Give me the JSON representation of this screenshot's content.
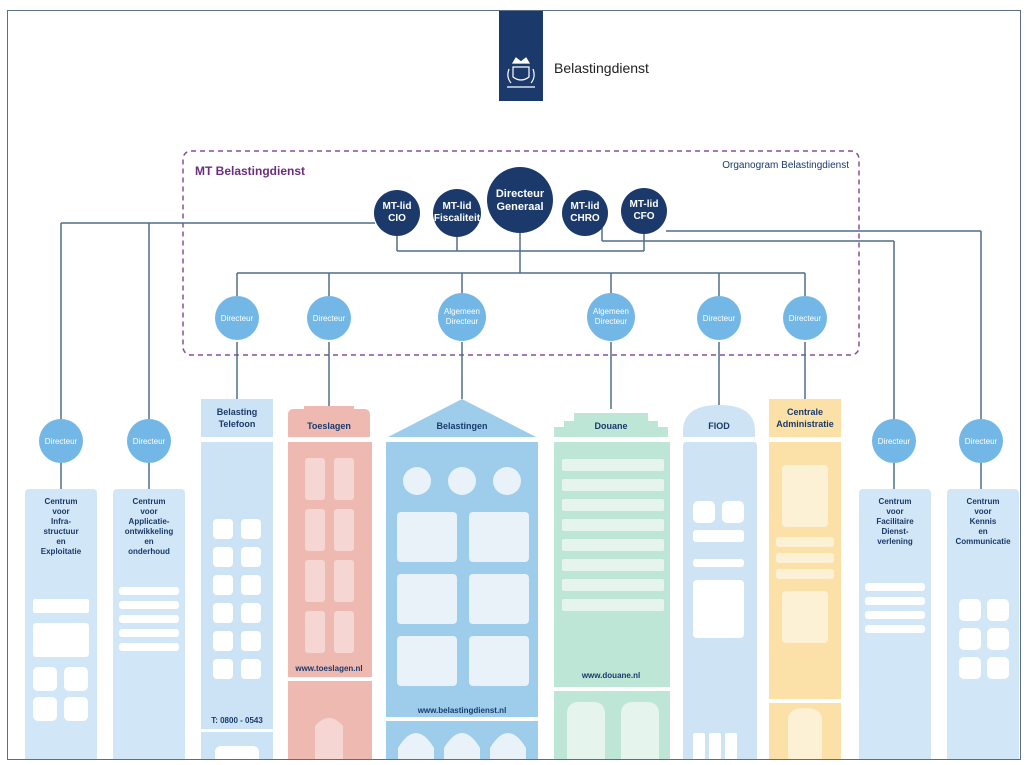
{
  "logo": {
    "name": "Belastingdienst"
  },
  "mt": {
    "title": "MT Belastingdienst",
    "organogram_label": "Organogram Belastingdienst"
  },
  "top_nodes": {
    "cio": [
      "MT-lid",
      "CIO"
    ],
    "fiscaliteit": [
      "MT-lid",
      "Fiscaliteit"
    ],
    "dg": [
      "Directeur",
      "Generaal"
    ],
    "chro": [
      "MT-lid",
      "CHRO"
    ],
    "cfo": [
      "MT-lid",
      "CFO"
    ]
  },
  "directeur_label": "Directeur",
  "algemeen_directeur": [
    "Algemeen",
    "Directeur"
  ],
  "buildings": {
    "telefoon": {
      "title": [
        "Belasting",
        "Telefoon"
      ],
      "footer": "T: 0800 - 0543"
    },
    "toeslagen": {
      "title": "Toeslagen",
      "url": "www.toeslagen.nl"
    },
    "belastingen": {
      "title": "Belastingen",
      "url": "www.belastingdienst.nl"
    },
    "douane": {
      "title": "Douane",
      "url": "www.douane.nl"
    },
    "fiod": {
      "title": "FIOD"
    },
    "centrale": {
      "title": [
        "Centrale",
        "Administratie"
      ]
    }
  },
  "centers": {
    "cie": [
      "Centrum",
      "voor",
      "Infra-",
      "structuur",
      "en",
      "Exploitatie"
    ],
    "cao": [
      "Centrum",
      "voor",
      "Applicatie-",
      "ontwikkeling",
      "en",
      "onderhoud"
    ],
    "cfd": [
      "Centrum",
      "voor",
      "Facilitaire",
      "Dienst-",
      "verlening"
    ],
    "ckc": [
      "Centrum",
      "voor",
      "Kennis",
      "en",
      "Communicatie"
    ]
  },
  "colors": {
    "navy": "#1b3a6b",
    "director": "#73b7e6",
    "line": "#4f6d8c",
    "mt_border": "#8a4f9a",
    "light_blue": "#d1e6f6",
    "telefoon_blue": "#cce3f5",
    "toeslagen": "#eeb9b1",
    "belastingen": "#9ecdec",
    "douane": "#bde6d6",
    "fiod": "#cee4f4",
    "centrale": "#fbe1a7"
  }
}
